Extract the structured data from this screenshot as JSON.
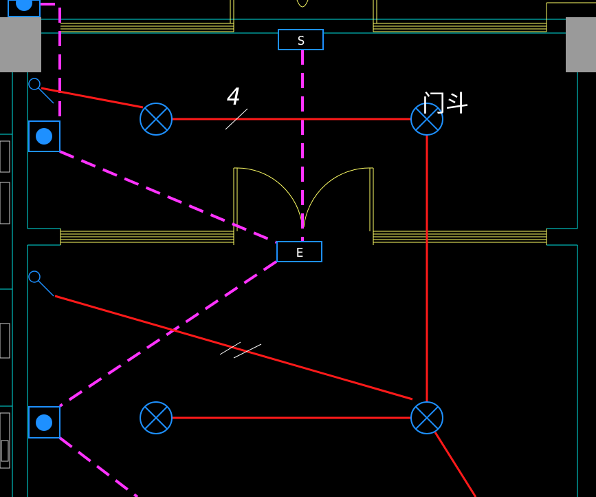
{
  "drawing": {
    "background_color": "#000000",
    "colors": {
      "wall": "#00e5e5",
      "window": "#ffff66",
      "door_arc": "#ffff66",
      "wire": "#ff1a1a",
      "emergency_wire": "#ff33ff",
      "fixture": "#1e90ff",
      "gray_column": "#9a9a9a",
      "annotation": "#ffffff"
    },
    "labels": {
      "exit_sign_s": "S",
      "exit_sign_e": "E",
      "wire_count": "4",
      "handwritten_note": "门斗"
    }
  }
}
